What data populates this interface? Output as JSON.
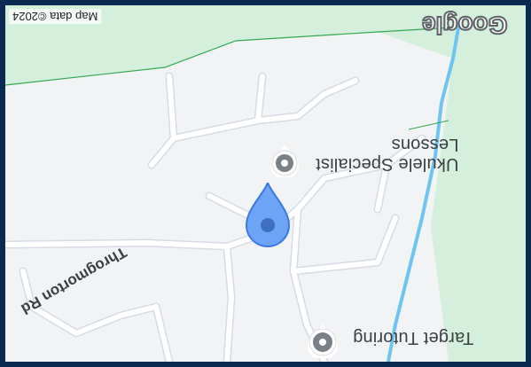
{
  "map": {
    "attribution": "Map data ©2024",
    "logo": "Google",
    "roads": [
      {
        "name": "Throgmorton Rd"
      }
    ],
    "places": [
      {
        "name_line1": "Ukulele Specialist",
        "name_line2": "Lessons",
        "icon": "circle-place-icon"
      },
      {
        "name_line1": "Target Tutoring",
        "icon": "circle-place-icon"
      }
    ],
    "marker": {
      "icon": "location-pin-icon",
      "color": "#4285f4"
    },
    "colors": {
      "park": "#d4f0dc",
      "land": "#f1f3f4",
      "road": "#ffffff",
      "road_edge": "#d6dce3",
      "water": "#6fc5f0",
      "frame": "#0b2a52"
    }
  }
}
